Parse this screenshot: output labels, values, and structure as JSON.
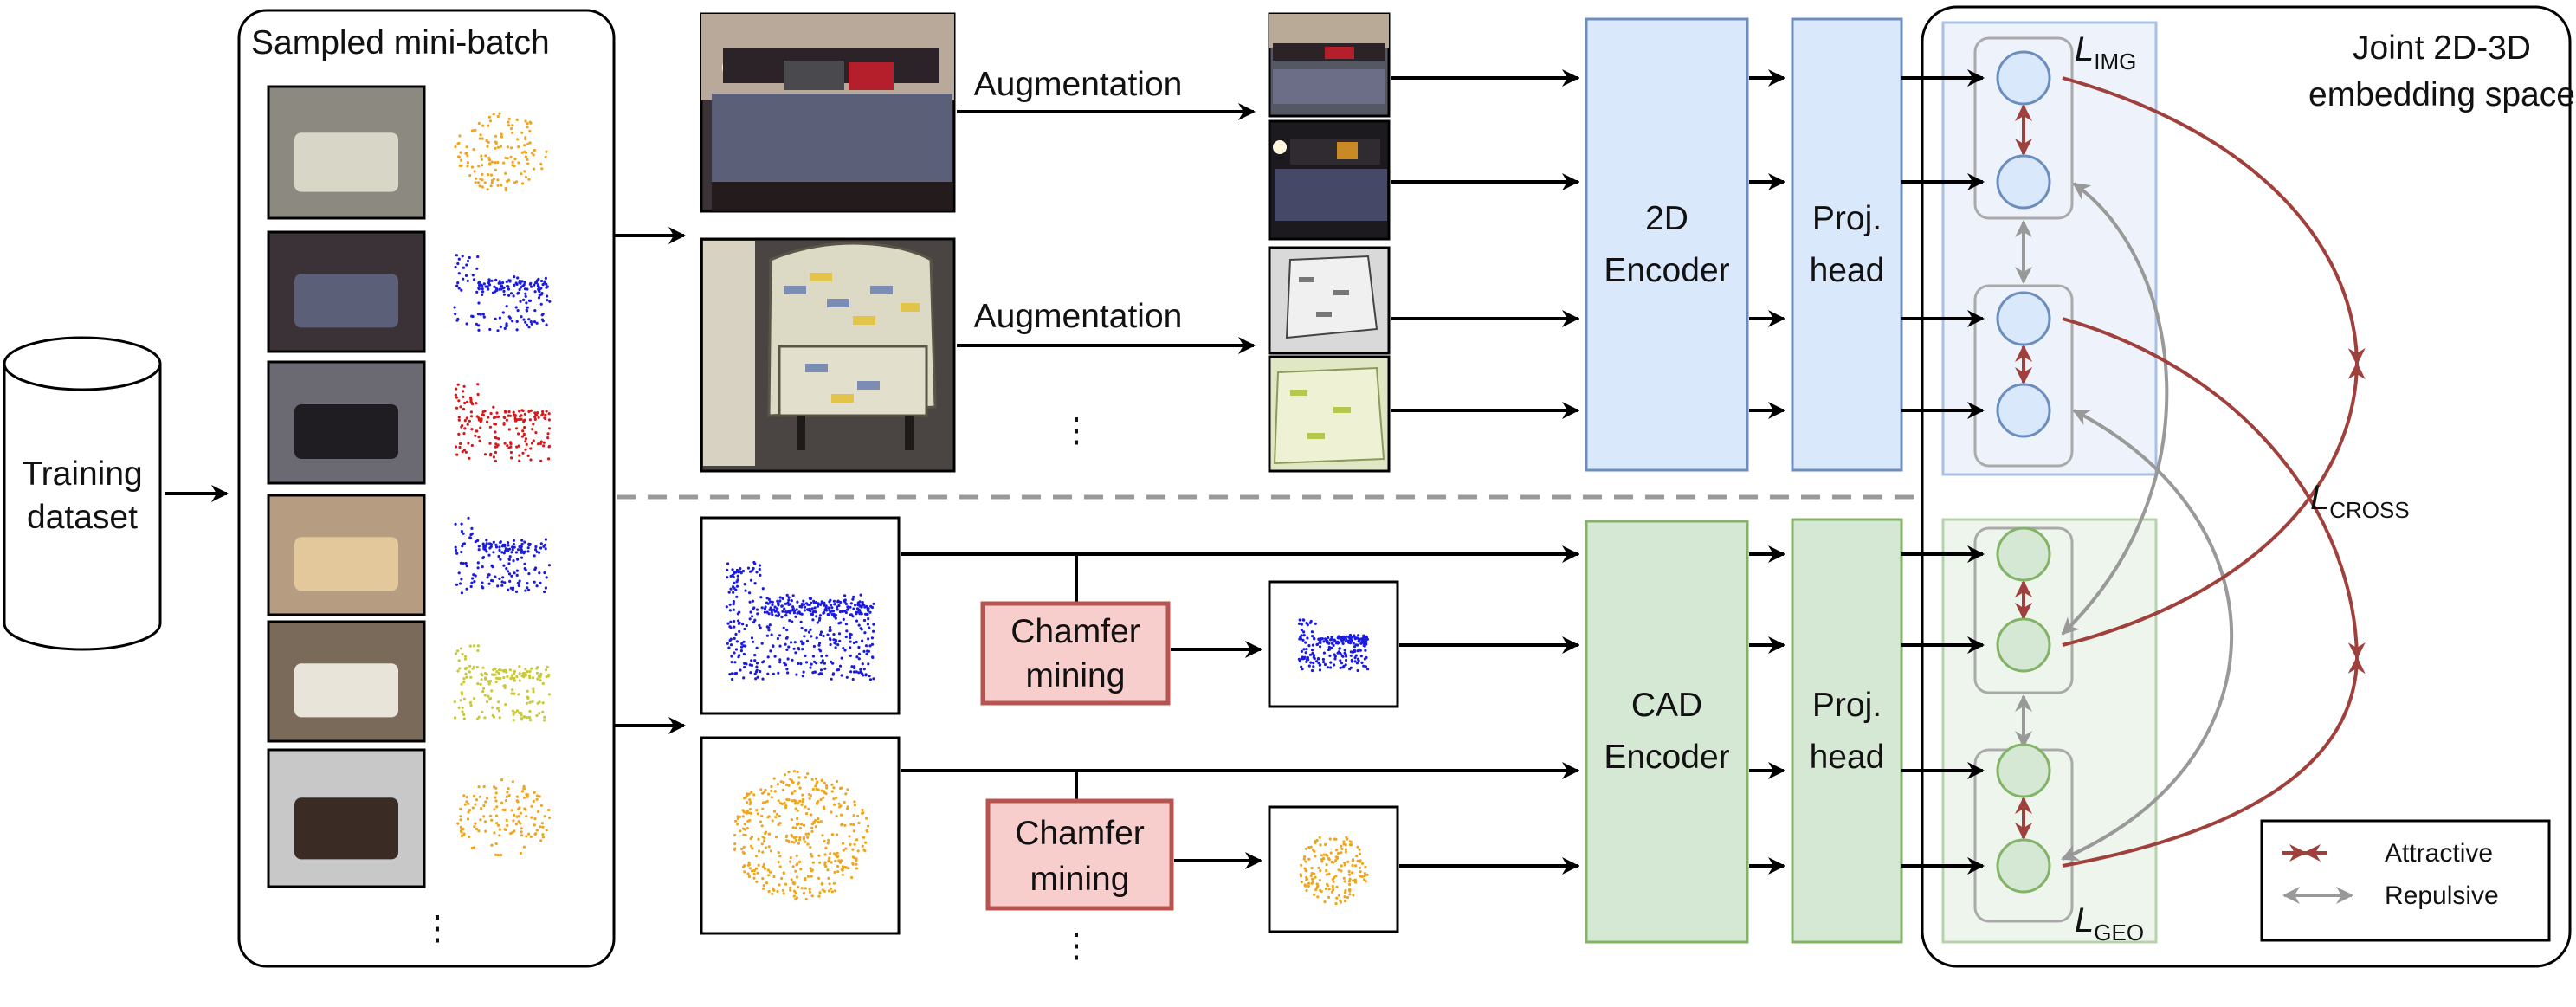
{
  "colors": {
    "blue_fill": "#dae8fc",
    "blue_stroke": "#6c8ebf",
    "green_fill": "#d5e8d4",
    "green_stroke": "#82b366",
    "red_fill": "#f8cecc",
    "red_stroke": "#b85450",
    "attract": "#a0403c",
    "repulse": "#999999",
    "pc_orange": "#f0a51e",
    "pc_blue": "#1a1ae0",
    "pc_red": "#d81818",
    "pc_olive": "#c8c838"
  },
  "dataset": {
    "line1": "Training",
    "line2": "dataset"
  },
  "minibatch": {
    "title": "Sampled mini-batch",
    "more": "⋮"
  },
  "image_branch": {
    "aug1": "Augmentation",
    "aug2": "Augmentation",
    "more": "⋮",
    "encoder_line1": "2D",
    "encoder_line2": "Encoder",
    "head_line1": "Proj.",
    "head_line2": "head"
  },
  "cad_branch": {
    "mining1_line1": "Chamfer",
    "mining1_line2": "mining",
    "mining2_line1": "Chamfer",
    "mining2_line2": "mining",
    "more": "⋮",
    "encoder_line1": "CAD",
    "encoder_line2": "Encoder",
    "head_line1": "Proj.",
    "head_line2": "head"
  },
  "embedding": {
    "title_line1": "Joint 2D-3D",
    "title_line2": "embedding space",
    "l_img": "L",
    "l_img_sub": "IMG",
    "l_geo": "L",
    "l_geo_sub": "GEO",
    "l_cross": "L",
    "l_cross_sub": "CROSS"
  },
  "legend": {
    "attractive": "Attractive",
    "repulsive": "Repulsive"
  },
  "thumbnails": [
    {
      "kind": "chair-photo",
      "pc": "orange"
    },
    {
      "kind": "bed-photo",
      "pc": "blue"
    },
    {
      "kind": "sofa-photo",
      "pc": "red"
    },
    {
      "kind": "bedframe-photo",
      "pc": "blue"
    },
    {
      "kind": "table-photo",
      "pc": "olive"
    },
    {
      "kind": "office-chair-photo",
      "pc": "orange"
    }
  ]
}
